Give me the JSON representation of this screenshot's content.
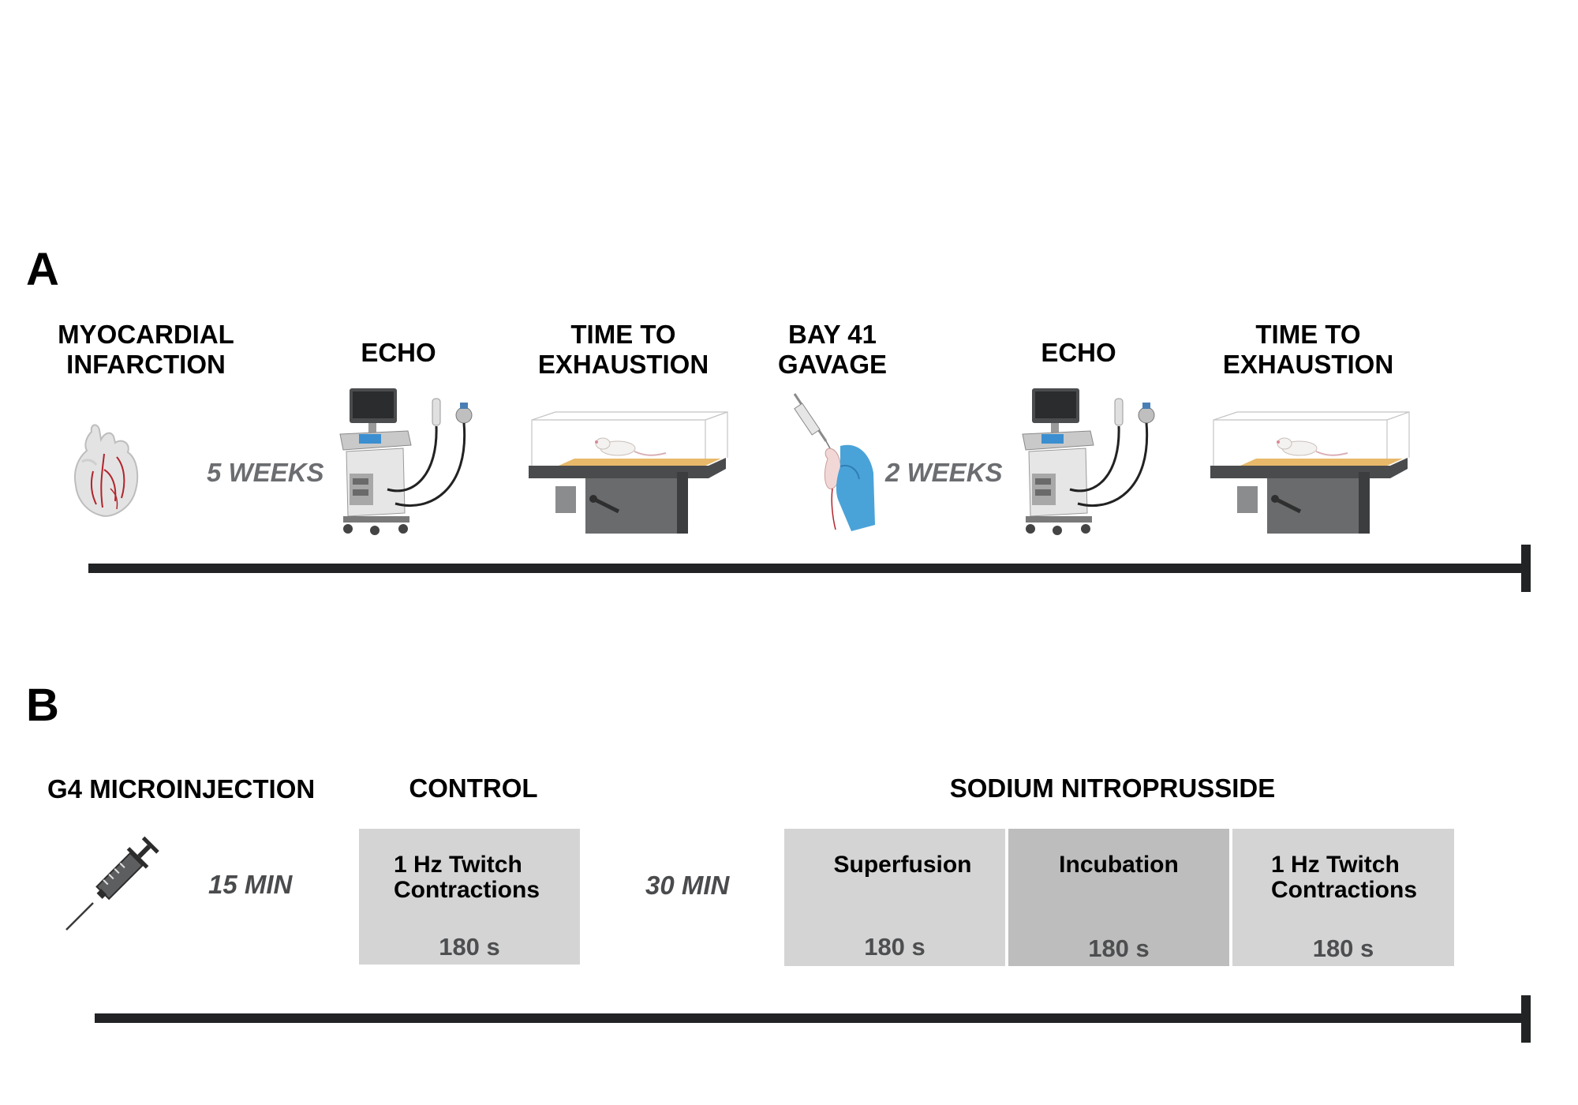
{
  "panel_a": {
    "letter": "A",
    "steps": {
      "myocardial_infarction": [
        "MYOCARDIAL",
        "INFARCTION"
      ],
      "echo_1": "ECHO",
      "exhaustion_1": [
        "TIME TO",
        "EXHAUSTION"
      ],
      "bay_gavage": [
        "BAY 41",
        "GAVAGE"
      ],
      "echo_2": "ECHO",
      "exhaustion_2": [
        "TIME TO",
        "EXHAUSTION"
      ]
    },
    "durations": {
      "first": "5 WEEKS",
      "second": "2 WEEKS"
    },
    "icons": [
      "heart-icon",
      "ultrasound-machine-icon",
      "treadmill-icon",
      "gavage-mouse-icon",
      "ultrasound-machine-icon",
      "treadmill-icon"
    ]
  },
  "panel_b": {
    "letter": "B",
    "headings": {
      "microinjection": "G4 MICROINJECTION",
      "control": "CONTROL",
      "sodium_nitroprusside": "SODIUM NITROPRUSSIDE"
    },
    "durations": {
      "first": "15 MIN",
      "second": "30 MIN"
    },
    "boxes": [
      {
        "label": [
          "1 Hz Twitch",
          "Contractions"
        ],
        "time": "180 s"
      },
      {
        "label": [
          "Superfusion"
        ],
        "time": "180 s"
      },
      {
        "label": [
          "Incubation"
        ],
        "time": "180 s"
      },
      {
        "label": [
          "1 Hz Twitch",
          "Contractions"
        ],
        "time": "180 s"
      }
    ],
    "icons": [
      "syringe-icon"
    ]
  },
  "colors": {
    "timeline": "#222324",
    "box": "#d4d4d4",
    "box_dark": "#bdbdbd",
    "duration_text": "#6b6d70",
    "vessel_red": "#b3232b",
    "treadmill_belt": "#e8b96a",
    "glove_blue": "#4aa3d8"
  }
}
